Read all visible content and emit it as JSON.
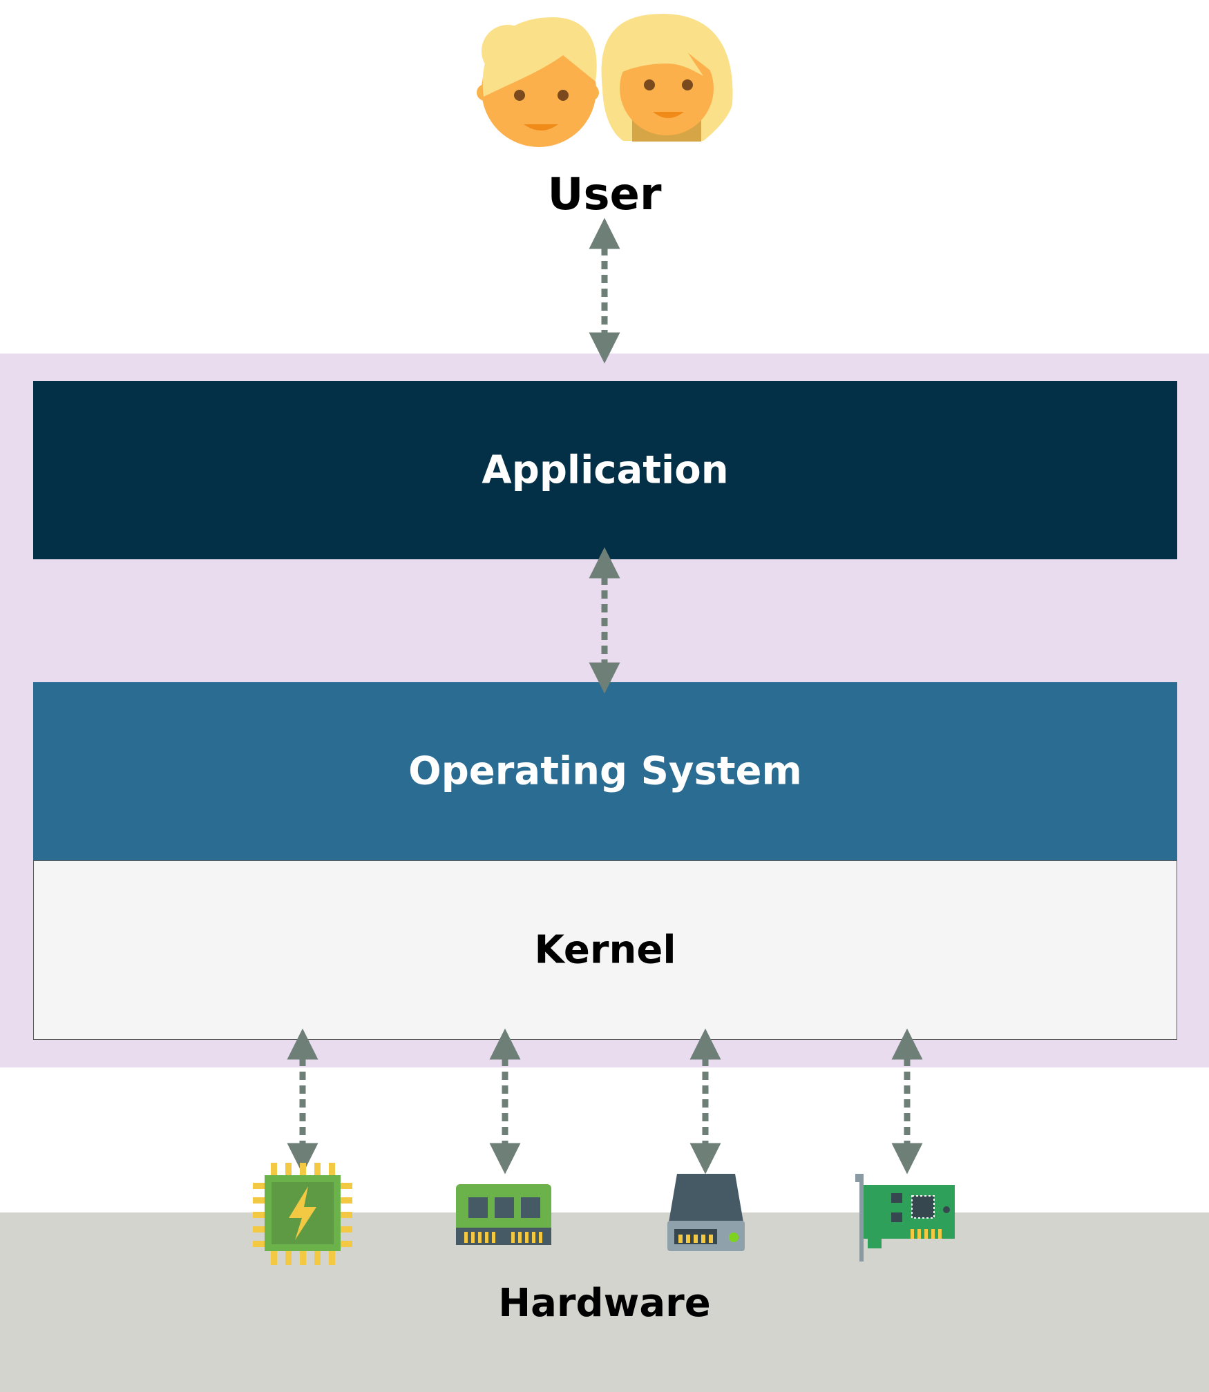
{
  "user": {
    "label": "User",
    "icons": [
      "man-user-icon",
      "woman-user-icon"
    ]
  },
  "layers": {
    "application": "Application",
    "operating_system": "Operating System",
    "kernel": "Kernel"
  },
  "hardware": {
    "label": "Hardware",
    "icons": [
      "cpu-icon",
      "ram-icon",
      "hard-drive-icon",
      "network-card-icon"
    ]
  },
  "colors": {
    "software_region": "#e9dcef",
    "application": "#033047",
    "operating_system": "#2b6d92",
    "kernel": "#f5f5f5",
    "hardware_band": "#d4d4cf",
    "arrow": "#6e7f78"
  }
}
